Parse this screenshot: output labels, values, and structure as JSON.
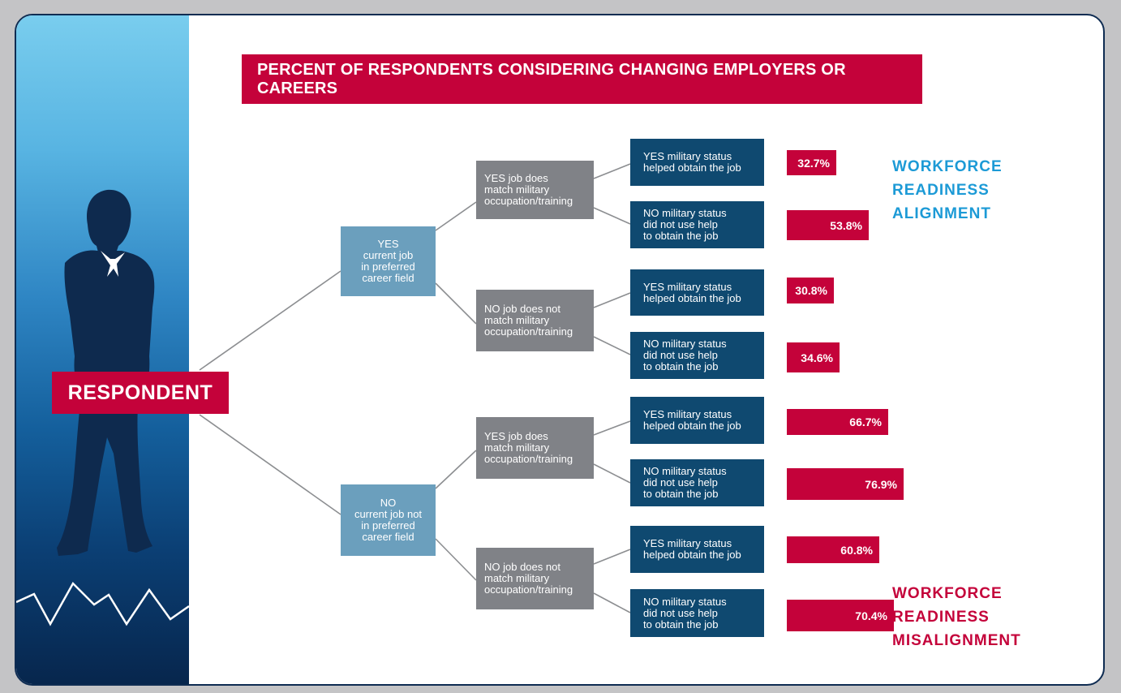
{
  "title": "PERCENT OF RESPONDENTS CONSIDERING CHANGING EMPLOYERS OR CAREERS",
  "respondent": "RESPONDENT",
  "colors": {
    "accent_red": "#c4023a",
    "level1": "#6b9fbd",
    "level2": "#808287",
    "level3": "#0f4970",
    "alignment_blue": "#1c9ad6",
    "misalignment_red": "#c4023a"
  },
  "level1": [
    "YES\ncurrent job\nin preferred\ncareer field",
    "NO\ncurrent job not\nin preferred\ncareer field"
  ],
  "level2": [
    "YES job does\nmatch military\noccupation/training",
    "NO job does not\nmatch military\noccupation/training",
    "YES job does\nmatch military\noccupation/training",
    "NO job does not\nmatch military\noccupation/training"
  ],
  "level3": [
    "YES military status\nhelped obtain the job",
    "NO military status\ndid not use help\nto obtain the job",
    "YES military status\nhelped obtain the job",
    "NO military status\ndid not use help\nto obtain the job",
    "YES military status\nhelped obtain the job",
    "NO military status\ndid not use help\nto obtain the job",
    "YES military status\nhelped obtain the job",
    "NO military status\ndid not use help\nto obtain the job"
  ],
  "percents": [
    "32.7%",
    "53.8%",
    "30.8%",
    "34.6%",
    "66.7%",
    "76.9%",
    "60.8%",
    "70.4%"
  ],
  "percent_values": [
    32.7,
    53.8,
    30.8,
    34.6,
    66.7,
    76.9,
    60.8,
    70.4
  ],
  "workforce_alignment": [
    "WORKFORCE",
    "READINESS",
    "ALIGNMENT"
  ],
  "workforce_misalignment": [
    "WORKFORCE",
    "READINESS",
    "MISALIGNMENT"
  ]
}
